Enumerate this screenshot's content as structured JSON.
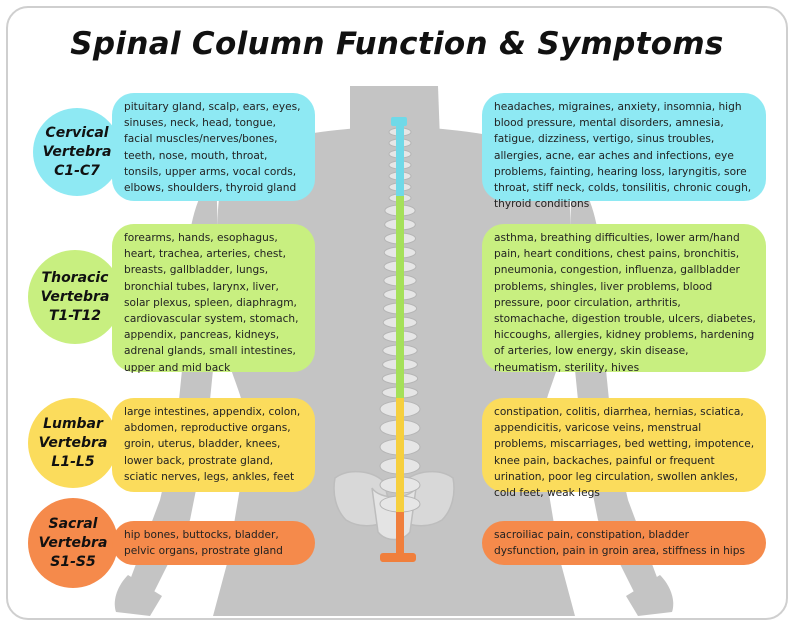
{
  "title": "Spinal Column Function & Symptoms",
  "colors": {
    "cervical": "#8ee9f3",
    "thoracic": "#c8ef80",
    "lumbar": "#fbdc5c",
    "sacral": "#f58a4b",
    "silhouette": "#c4c4c4",
    "frame": "#cfcfcf"
  },
  "regions": [
    {
      "key": "cervical",
      "label_lines": [
        "Cervical",
        "Vertebra",
        "C1-C7"
      ],
      "functions": "pituitary gland, scalp, ears, eyes, sinuses, neck, head, tongue, facial muscles/nerves/bones, teeth, nose, mouth, throat, tonsils, upper arms, vocal cords, elbows, shoulders, thyroid gland",
      "symptoms": "headaches, migraines, anxiety, insomnia, high blood pressure, mental disorders, amnesia, fatigue, dizziness, vertigo, sinus troubles, allergies, acne, ear aches and infections, eye problems, fainting, hearing loss, laryngitis, sore throat, stiff neck, colds, tonsilitis, chronic cough, thyroid conditions"
    },
    {
      "key": "thoracic",
      "label_lines": [
        "Thoracic",
        "Vertebra",
        "T1-T12"
      ],
      "functions": "forearms, hands, esophagus, heart, trachea, arteries, chest, breasts, gallbladder, lungs, bronchial tubes, larynx, liver, solar plexus, spleen, diaphragm, cardiovascular system, stomach, appendix, pancreas, kidneys, adrenal glands, small intestines, upper and mid back",
      "symptoms": "asthma, breathing difficulties, lower arm/hand pain, heart conditions, chest pains, bronchitis, pneumonia, congestion, influenza, gallbladder problems, shingles, liver problems, blood pressure, poor circulation, arthritis, stomachache, digestion trouble, ulcers, diabetes, hiccoughs, allergies, kidney problems, hardening of arteries, low energy, skin disease, rheumatism, sterility, hives"
    },
    {
      "key": "lumbar",
      "label_lines": [
        "Lumbar",
        "Vertebra",
        "L1-L5"
      ],
      "functions": "large intestines, appendix, colon, abdomen, reproductive organs, groin, uterus, bladder, knees, lower back, prostrate gland, sciatic nerves, legs, ankles, feet",
      "symptoms": "constipation, colitis, diarrhea, hernias, sciatica, appendicitis, varicose veins, menstrual problems, miscarriages, bed wetting, impotence, knee pain, backaches, painful or frequent urination, poor leg circulation, swollen ankles, cold feet, weak legs"
    },
    {
      "key": "sacral",
      "label_lines": [
        "Sacral",
        "Vertebra",
        "S1-S5"
      ],
      "functions": "hip bones, buttocks, bladder, pelvic organs, prostrate gland",
      "symptoms": "sacroiliac pain, constipation, bladder dysfunction, pain in groin area, stiffness in hips"
    }
  ]
}
